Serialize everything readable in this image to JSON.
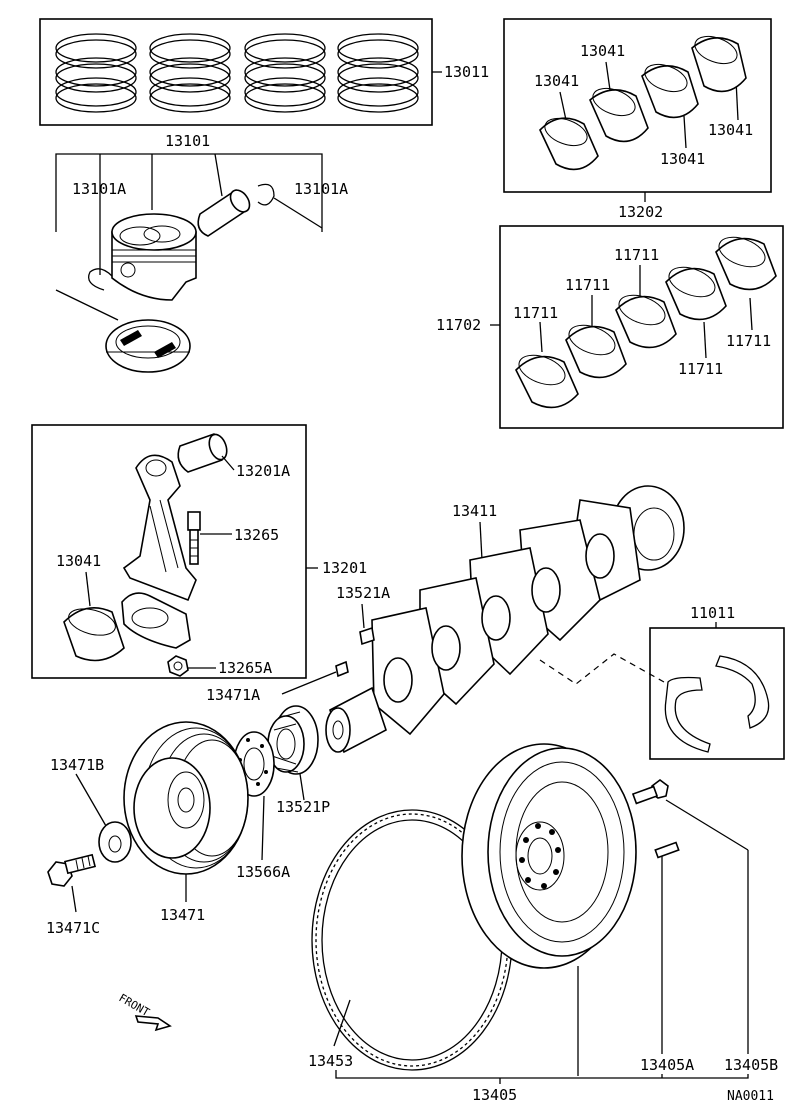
{
  "labels": {
    "piston_rings": "13011",
    "piston": "13101",
    "snap_ring_left": "13101A",
    "snap_ring_right": "13101A",
    "conrod_bearing_set": "13202",
    "conrod_bearing_1": "13041",
    "conrod_bearing_2": "13041",
    "conrod_bearing_3": "13041",
    "conrod_bearing_4": "13041",
    "main_bearing_set": "11702",
    "main_bearing_1": "11711",
    "main_bearing_2": "11711",
    "main_bearing_3": "11711",
    "main_bearing_4": "11711",
    "main_bearing_5": "11711",
    "conrod_bushing": "13201A",
    "conrod_bolt": "13265",
    "conrod_assembly": "13201",
    "conrod_bearing_lower": "13041",
    "conrod_nut": "13265A",
    "crankshaft": "13411",
    "crank_key": "13521A",
    "pulley_key": "13471A",
    "thrust_washer": "11011",
    "crank_sprocket": "13521P",
    "pulley_washer": "13471B",
    "pulley_bolt": "13471C",
    "crank_pulley": "13471",
    "sensor_plate": "13566A",
    "ring_gear": "13453",
    "flywheel_assembly": "13405",
    "flywheel_dowel": "13405A",
    "flywheel_bolt": "13405B",
    "front_marker": "FRONT",
    "diagram_code": "NA0011"
  }
}
